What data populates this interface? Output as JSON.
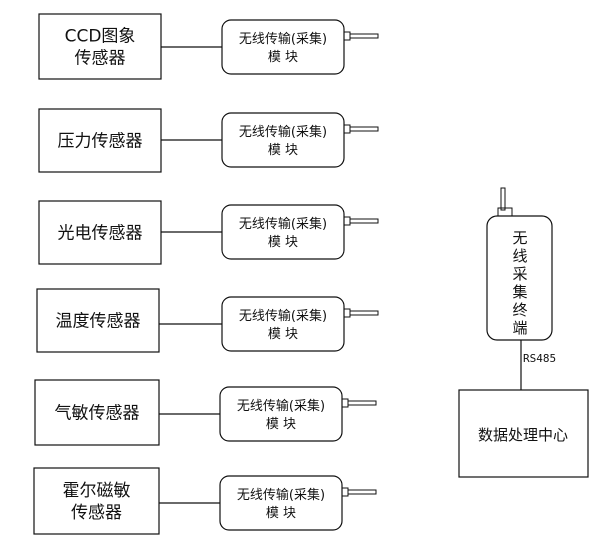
{
  "sensors": [
    {
      "lines": [
        "CCD图象",
        "传感器"
      ]
    },
    {
      "lines": [
        "压力传感器"
      ]
    },
    {
      "lines": [
        "光电传感器"
      ]
    },
    {
      "lines": [
        "温度传感器"
      ]
    },
    {
      "lines": [
        "气敏传感器"
      ]
    },
    {
      "lines": [
        "霍尔磁敏",
        "传感器"
      ]
    }
  ],
  "module": {
    "line1": "无线传输(采集)",
    "line2": "模 块"
  },
  "terminal": {
    "chars": [
      "无",
      "线",
      "采",
      "集",
      "终",
      "端"
    ]
  },
  "link_label": "RS485",
  "data_center": {
    "label": "数据处理中心"
  }
}
